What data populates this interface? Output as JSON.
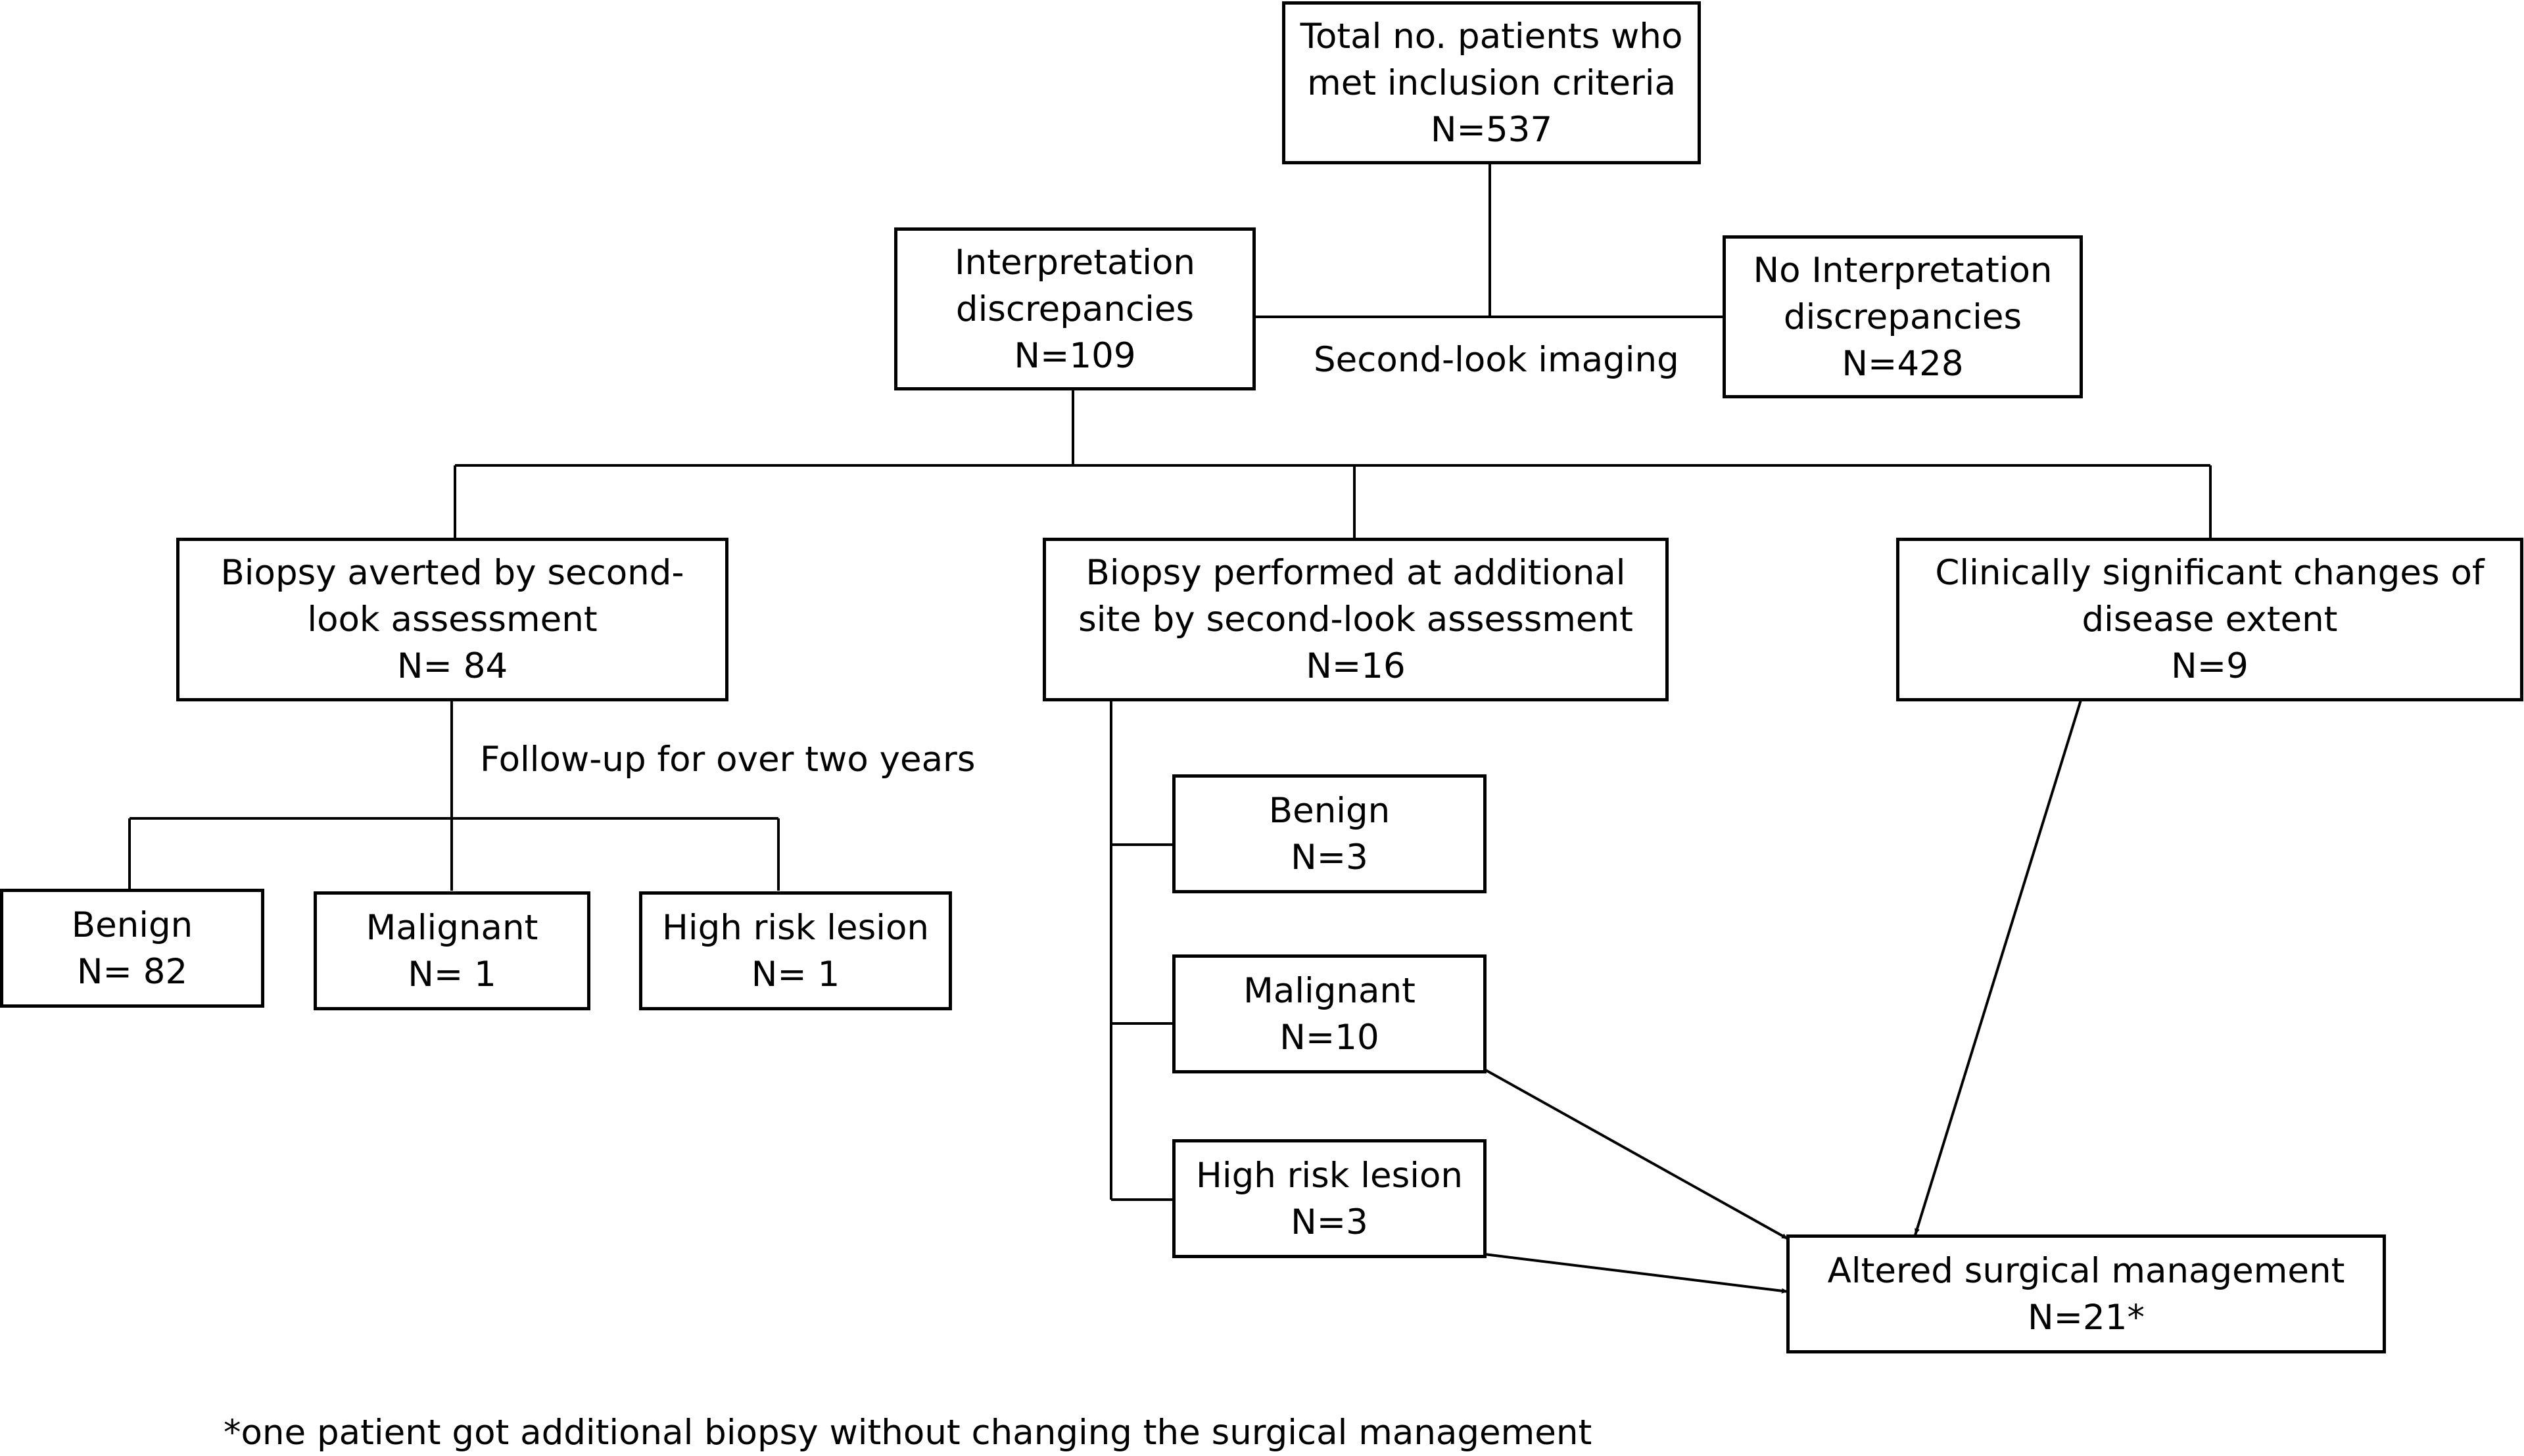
{
  "nodes": {
    "total": {
      "lines": [
        "Total no. patients who",
        "met inclusion criteria",
        "N=537"
      ]
    },
    "interp": {
      "lines": [
        "Interpretation",
        "discrepancies",
        "N=109"
      ]
    },
    "no_interp": {
      "lines": [
        "No Interpretation",
        "discrepancies",
        "N=428"
      ]
    },
    "averted": {
      "lines": [
        "Biopsy averted by second-",
        "look assessment",
        "N= 84"
      ]
    },
    "performed": {
      "lines": [
        "Biopsy performed at additional",
        "site by second-look assessment",
        "N=16"
      ]
    },
    "clinical": {
      "lines": [
        "Clinically significant changes of",
        "disease extent",
        "N=9"
      ]
    },
    "fu_benign": {
      "lines": [
        "Benign",
        "N= 82"
      ]
    },
    "fu_malignant": {
      "lines": [
        "Malignant",
        "N= 1"
      ]
    },
    "fu_highrisk": {
      "lines": [
        "High risk lesion",
        "N= 1"
      ]
    },
    "bx_benign": {
      "lines": [
        "Benign",
        "N=3"
      ]
    },
    "bx_malignant": {
      "lines": [
        "Malignant",
        "N=10"
      ]
    },
    "bx_highrisk": {
      "lines": [
        "High risk lesion",
        "N=3"
      ]
    },
    "altered": {
      "lines": [
        "Altered surgical management",
        "N=21*"
      ]
    }
  },
  "labels": {
    "second_look": "Second-look imaging",
    "follow_up": "Follow-up for over two years",
    "footnote": "*one patient got additional biopsy without changing the surgical management"
  }
}
